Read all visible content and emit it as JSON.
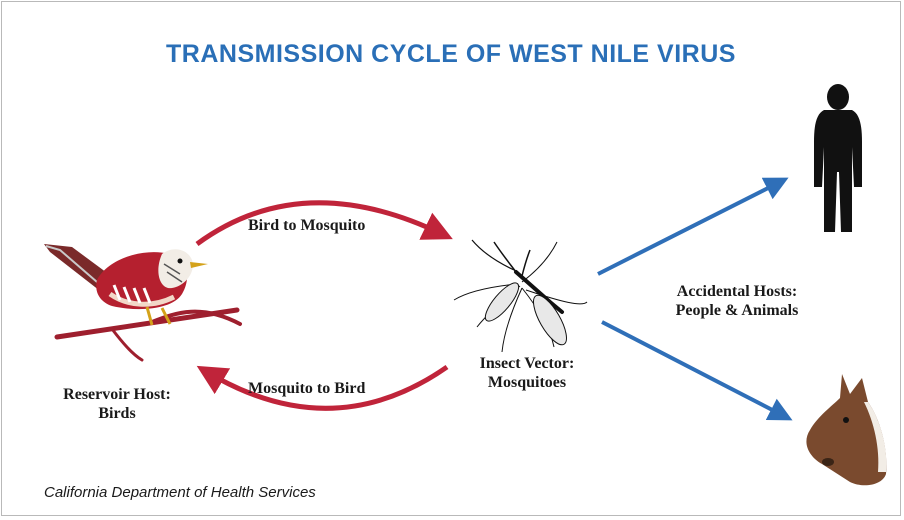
{
  "title": "TRANSMISSION CYCLE OF WEST NILE VIRUS",
  "labels": {
    "bird_to_mosquito": "Bird to Mosquito",
    "mosquito_to_bird": "Mosquito to Bird",
    "reservoir_host_line1": "Reservoir Host:",
    "reservoir_host_line2": "Birds",
    "insect_vector_line1": "Insect Vector:",
    "insect_vector_line2": "Mosquitoes",
    "accidental_hosts_line1": "Accidental Hosts:",
    "accidental_hosts_line2": "People & Animals"
  },
  "credit": "California Department of Health Services",
  "colors": {
    "title": "#2a6fb7",
    "cycle_arrow": "#c0243a",
    "spread_arrow": "#2f6fb8",
    "text": "#1a1a1a"
  },
  "icons": [
    "bird-icon",
    "mosquito-icon",
    "person-icon",
    "horse-icon"
  ]
}
